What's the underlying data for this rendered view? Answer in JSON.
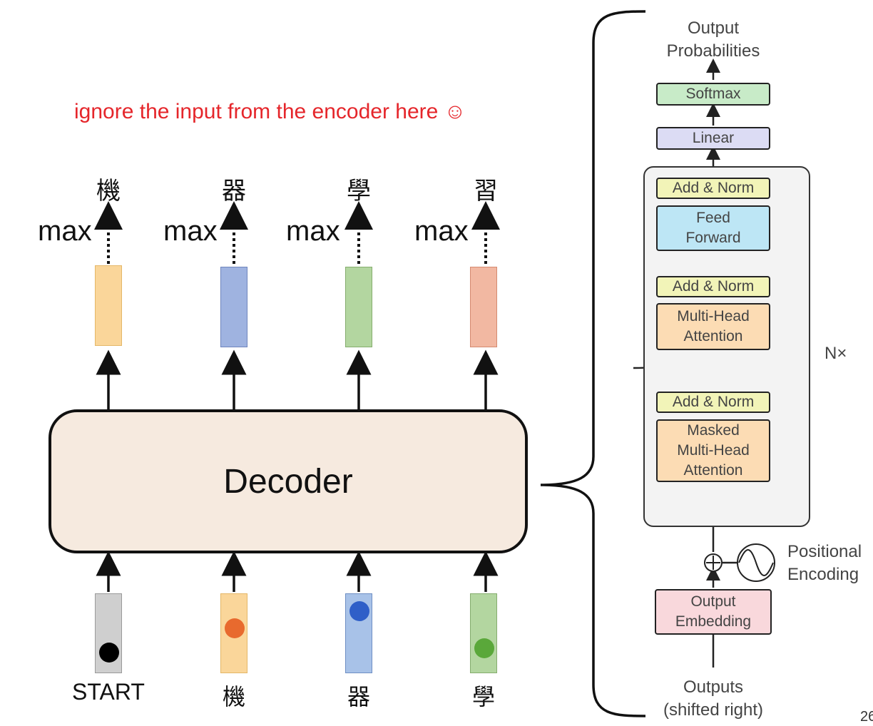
{
  "note": "ignore the input from the encoder here ☺",
  "outputs": [
    {
      "token": "機",
      "max": "max",
      "color": "#fad69a",
      "border": "#e4b768"
    },
    {
      "token": "器",
      "max": "max",
      "color": "#9fb3e0",
      "border": "#6f85bd"
    },
    {
      "token": "學",
      "max": "max",
      "color": "#b3d6a0",
      "border": "#85ad6e"
    },
    {
      "token": "習",
      "max": "max",
      "color": "#f2b8a2",
      "border": "#d58a70"
    }
  ],
  "decoder_label": "Decoder",
  "inputs": [
    {
      "label": "START",
      "bar": "#cfcfcf",
      "border": "#9a9a9a",
      "dot": "#000000"
    },
    {
      "label": "機",
      "bar": "#fad69a",
      "border": "#e4b768",
      "dot": "#e86a2e"
    },
    {
      "label": "器",
      "bar": "#a8c2e8",
      "border": "#6f8fc4",
      "dot": "#2f5fc8"
    },
    {
      "label": "學",
      "bar": "#b3d6a0",
      "border": "#85ad6e",
      "dot": "#5aa83a"
    }
  ],
  "transformer": {
    "output_probabilities": [
      "Output",
      "Probabilities"
    ],
    "softmax": "Softmax",
    "linear": "Linear",
    "add_norm": "Add & Norm",
    "feed_forward": [
      "Feed",
      "Forward"
    ],
    "multi_head_attention": [
      "Multi-Head",
      "Attention"
    ],
    "masked_attention": [
      "Masked",
      "Multi-Head",
      "Attention"
    ],
    "nx": "N×",
    "positional_encoding": [
      "Positional",
      "Encoding"
    ],
    "output_embedding": [
      "Output",
      "Embedding"
    ],
    "outputs": [
      "Outputs",
      "(shifted right)"
    ]
  },
  "colors": {
    "softmax": "#c8ebc8",
    "linear": "#dcdcf4",
    "add_norm": "#f2f4b8",
    "feed_forward": "#bde6f5",
    "attention": "#fcdcb4",
    "embedding": "#f9d8dc"
  },
  "page_number": "26"
}
